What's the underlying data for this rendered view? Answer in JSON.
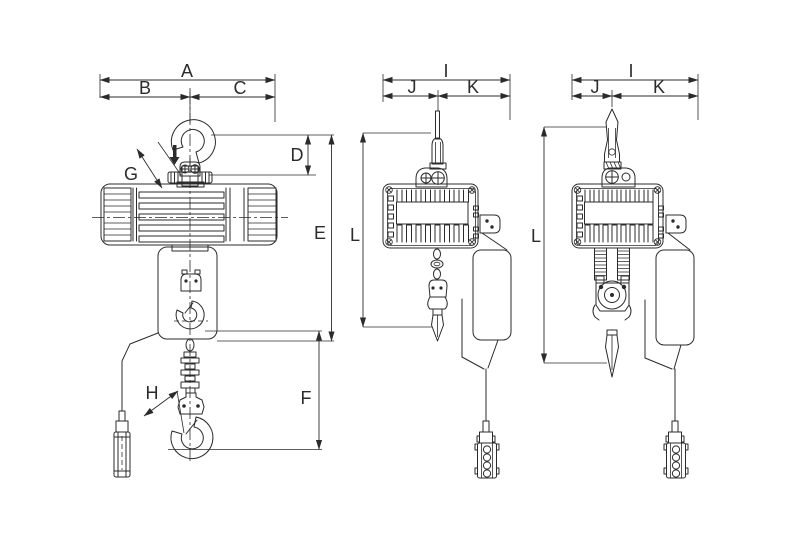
{
  "colors": {
    "background": "#ffffff",
    "line": "#2b2b2b"
  },
  "front_view": {
    "labels": {
      "A": "A",
      "B": "B",
      "C": "C",
      "D": "D",
      "E": "E",
      "F": "F",
      "G": "G",
      "H": "H"
    }
  },
  "side_view_single_fall": {
    "labels": {
      "I": "I",
      "J": "J",
      "K": "K",
      "L": "L"
    }
  },
  "side_view_double_fall": {
    "labels": {
      "I": "I",
      "J": "J",
      "K": "K",
      "L": "L"
    }
  }
}
